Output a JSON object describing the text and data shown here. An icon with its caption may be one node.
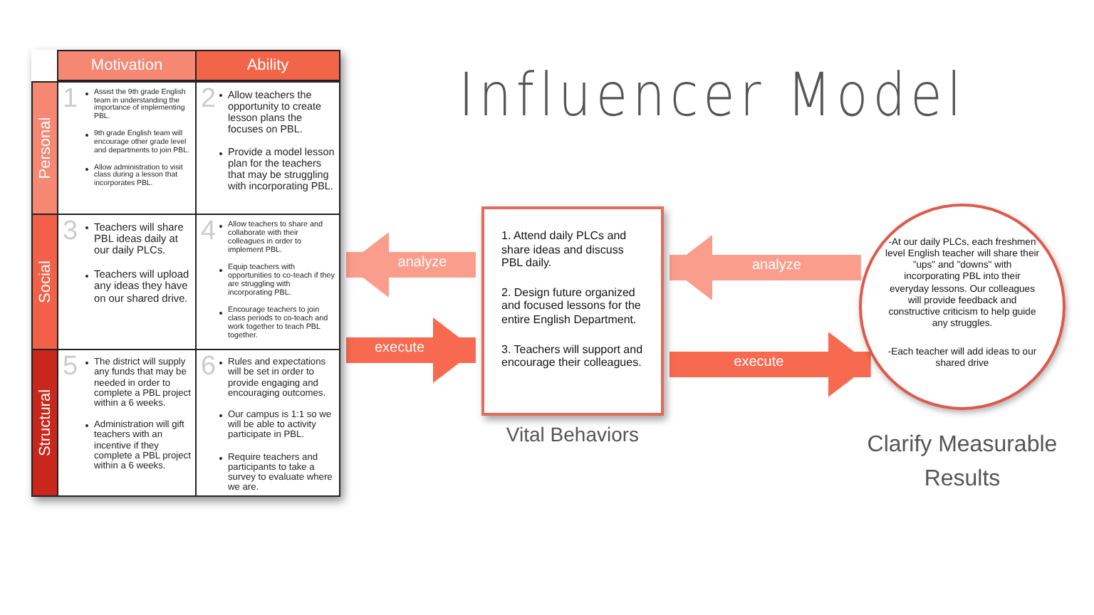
{
  "diagram": {
    "title": "Influencer Model",
    "nodes": [
      {
        "text": [],
        "shape": "box"
      },
      {
        "text": [
          "Motivation"
        ],
        "in": 0
      },
      {
        "text": [
          "Ability"
        ],
        "in": 0
      },
      {
        "text": [
          "Personal"
        ],
        "in": 0
      },
      {
        "text": [
          "1",
          "Assist the 9th grade English team in understanding the importance of implementing PBL.",
          "9th grade English team will encourage other grade level and departments to join PBL.",
          "Allow administration to visit class during a lesson that incorporates PBL."
        ],
        "in": 0
      },
      {
        "text": [
          "2",
          "Allow teachers the opportunity to create lesson plans the focuses on PBL.",
          "Provide a model lesson plan for the teachers that may be struggling with incorporating PBL."
        ],
        "in": 0
      },
      {
        "text": [
          "Social"
        ],
        "in": 0
      },
      {
        "text": [
          "3",
          "Teachers will share PBL ideas daily at our daily PLCs.",
          "Teachers will upload any ideas they have on our shared drive."
        ],
        "in": 0
      },
      {
        "text": [
          "4",
          "Allow teachers to share and collaborate with their colleagues in order to implement PBL.",
          "Equip teachers with opportunities to co-teach if they are struggling with incorporating PBL.",
          "Encourage teachers to join class periods to co-teach and work together to teach PBL together."
        ],
        "in": 0
      },
      {
        "text": [
          "Structural"
        ],
        "in": 0
      },
      {
        "text": [
          "5",
          "The district will supply any funds that may be needed in order to complete a PBL project within a 6 weeks.",
          "Administration will gift teachers with an incentive if they complete a PBL project within a 6 weeks."
        ],
        "in": 0
      },
      {
        "text": [
          "6",
          "Rules and expectations will be set in order to provide engaging and encouraging outcomes.",
          "Our campus is 1:1 so we will be able to activity participate in PBL.",
          "Require teachers and participants to take a survey to evaluate where we are."
        ],
        "in": 0
      },
      {
        "text": [
          "1. Attend daily PLCs and share ideas and discuss PBL daily.",
          "2. Design future organized and focused lessons for the entire English Department.",
          "3. Teachers will support and encourage their colleagues."
        ],
        "beside": [
          "Vital Behaviors"
        ]
      },
      {
        "text": [
          "-At our daily PLCs, each freshmen level English teacher will share their \"ups\" and \"downs\" with incorporating PBL into their everyday lessons. Our colleagues will provide feedback and constructive criticism to help guide any struggles.",
          "-Each teacher will add ideas to our shared drive"
        ],
        "beside": [
          "Clarify Measurable Results"
        ]
      }
    ],
    "edges": [
      {
        "from": 12,
        "to": 0,
        "arrow": "to",
        "label": "analyze",
        "color": "#fb9d8c"
      },
      {
        "from": 0,
        "to": 12,
        "arrow": "to",
        "label": "execute"
      },
      {
        "from": 13,
        "to": 12,
        "arrow": "to",
        "label": "analyze",
        "color": "#fb9d8c"
      },
      {
        "from": 12,
        "to": 13,
        "arrow": "to",
        "label": "execute"
      }
    ]
  }
}
